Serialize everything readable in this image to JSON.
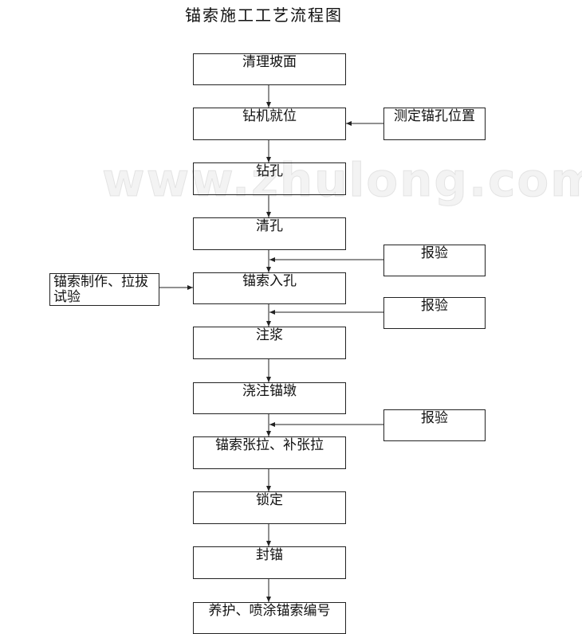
{
  "title": "锚索施工工艺流程图",
  "watermark": "www.zhulong.com",
  "colors": {
    "line": "#222222",
    "text": "#111111",
    "background": "#ffffff"
  },
  "steps": [
    "清理坡面",
    "钻机就位",
    "钻孔",
    "清孔",
    "锚索入孔",
    "注浆",
    "浇注锚墩",
    "锚索张拉、补张拉",
    "锁定",
    "封锚",
    "养护、喷涂锚索编号"
  ],
  "side_inputs": {
    "locate_hole": "测定锚孔位置",
    "inspection_1": "报验",
    "inspection_2": "报验",
    "inspection_3": "报验",
    "cable_prep": "锚索制作、拉拔试验"
  }
}
